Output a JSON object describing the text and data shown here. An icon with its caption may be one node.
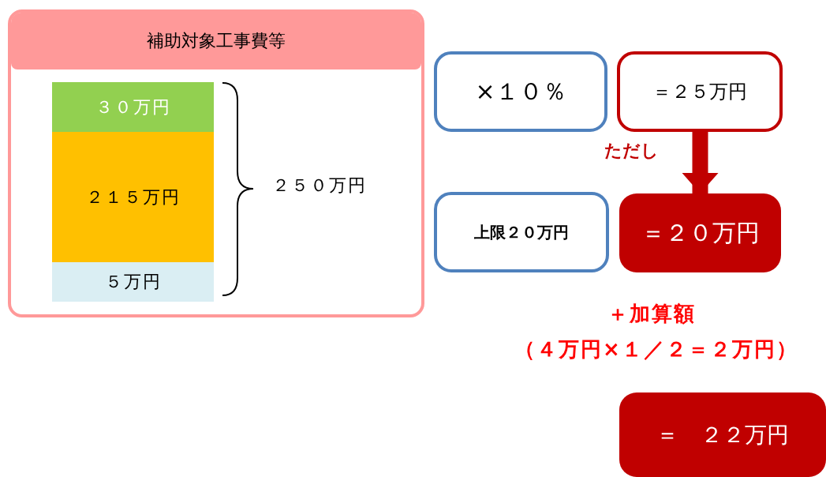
{
  "diagram": {
    "nodes": [
      {
        "text": [
          "補助対象工事費等"
        ]
      },
      {
        "text": [
          "３０万円"
        ],
        "in": 0
      },
      {
        "text": [
          "２１５万円"
        ],
        "in": 0
      },
      {
        "text": [
          "５万円"
        ],
        "in": 0
      },
      {
        "text": [
          "×１０％"
        ]
      },
      {
        "text": [
          "＝２５万円"
        ]
      },
      {
        "text": [
          "上限２０万円"
        ]
      },
      {
        "text": [
          "＝２０万円"
        ]
      },
      {
        "text": [
          "＝　２２万円"
        ]
      }
    ],
    "edges": [
      {
        "from": 5,
        "to": 7,
        "arrow": "to",
        "label": "ただし",
        "color": "#c00000"
      }
    ],
    "labels": [
      "２５０万円",
      "＋加算額",
      "（４万円×１／２＝２万円）"
    ]
  }
}
